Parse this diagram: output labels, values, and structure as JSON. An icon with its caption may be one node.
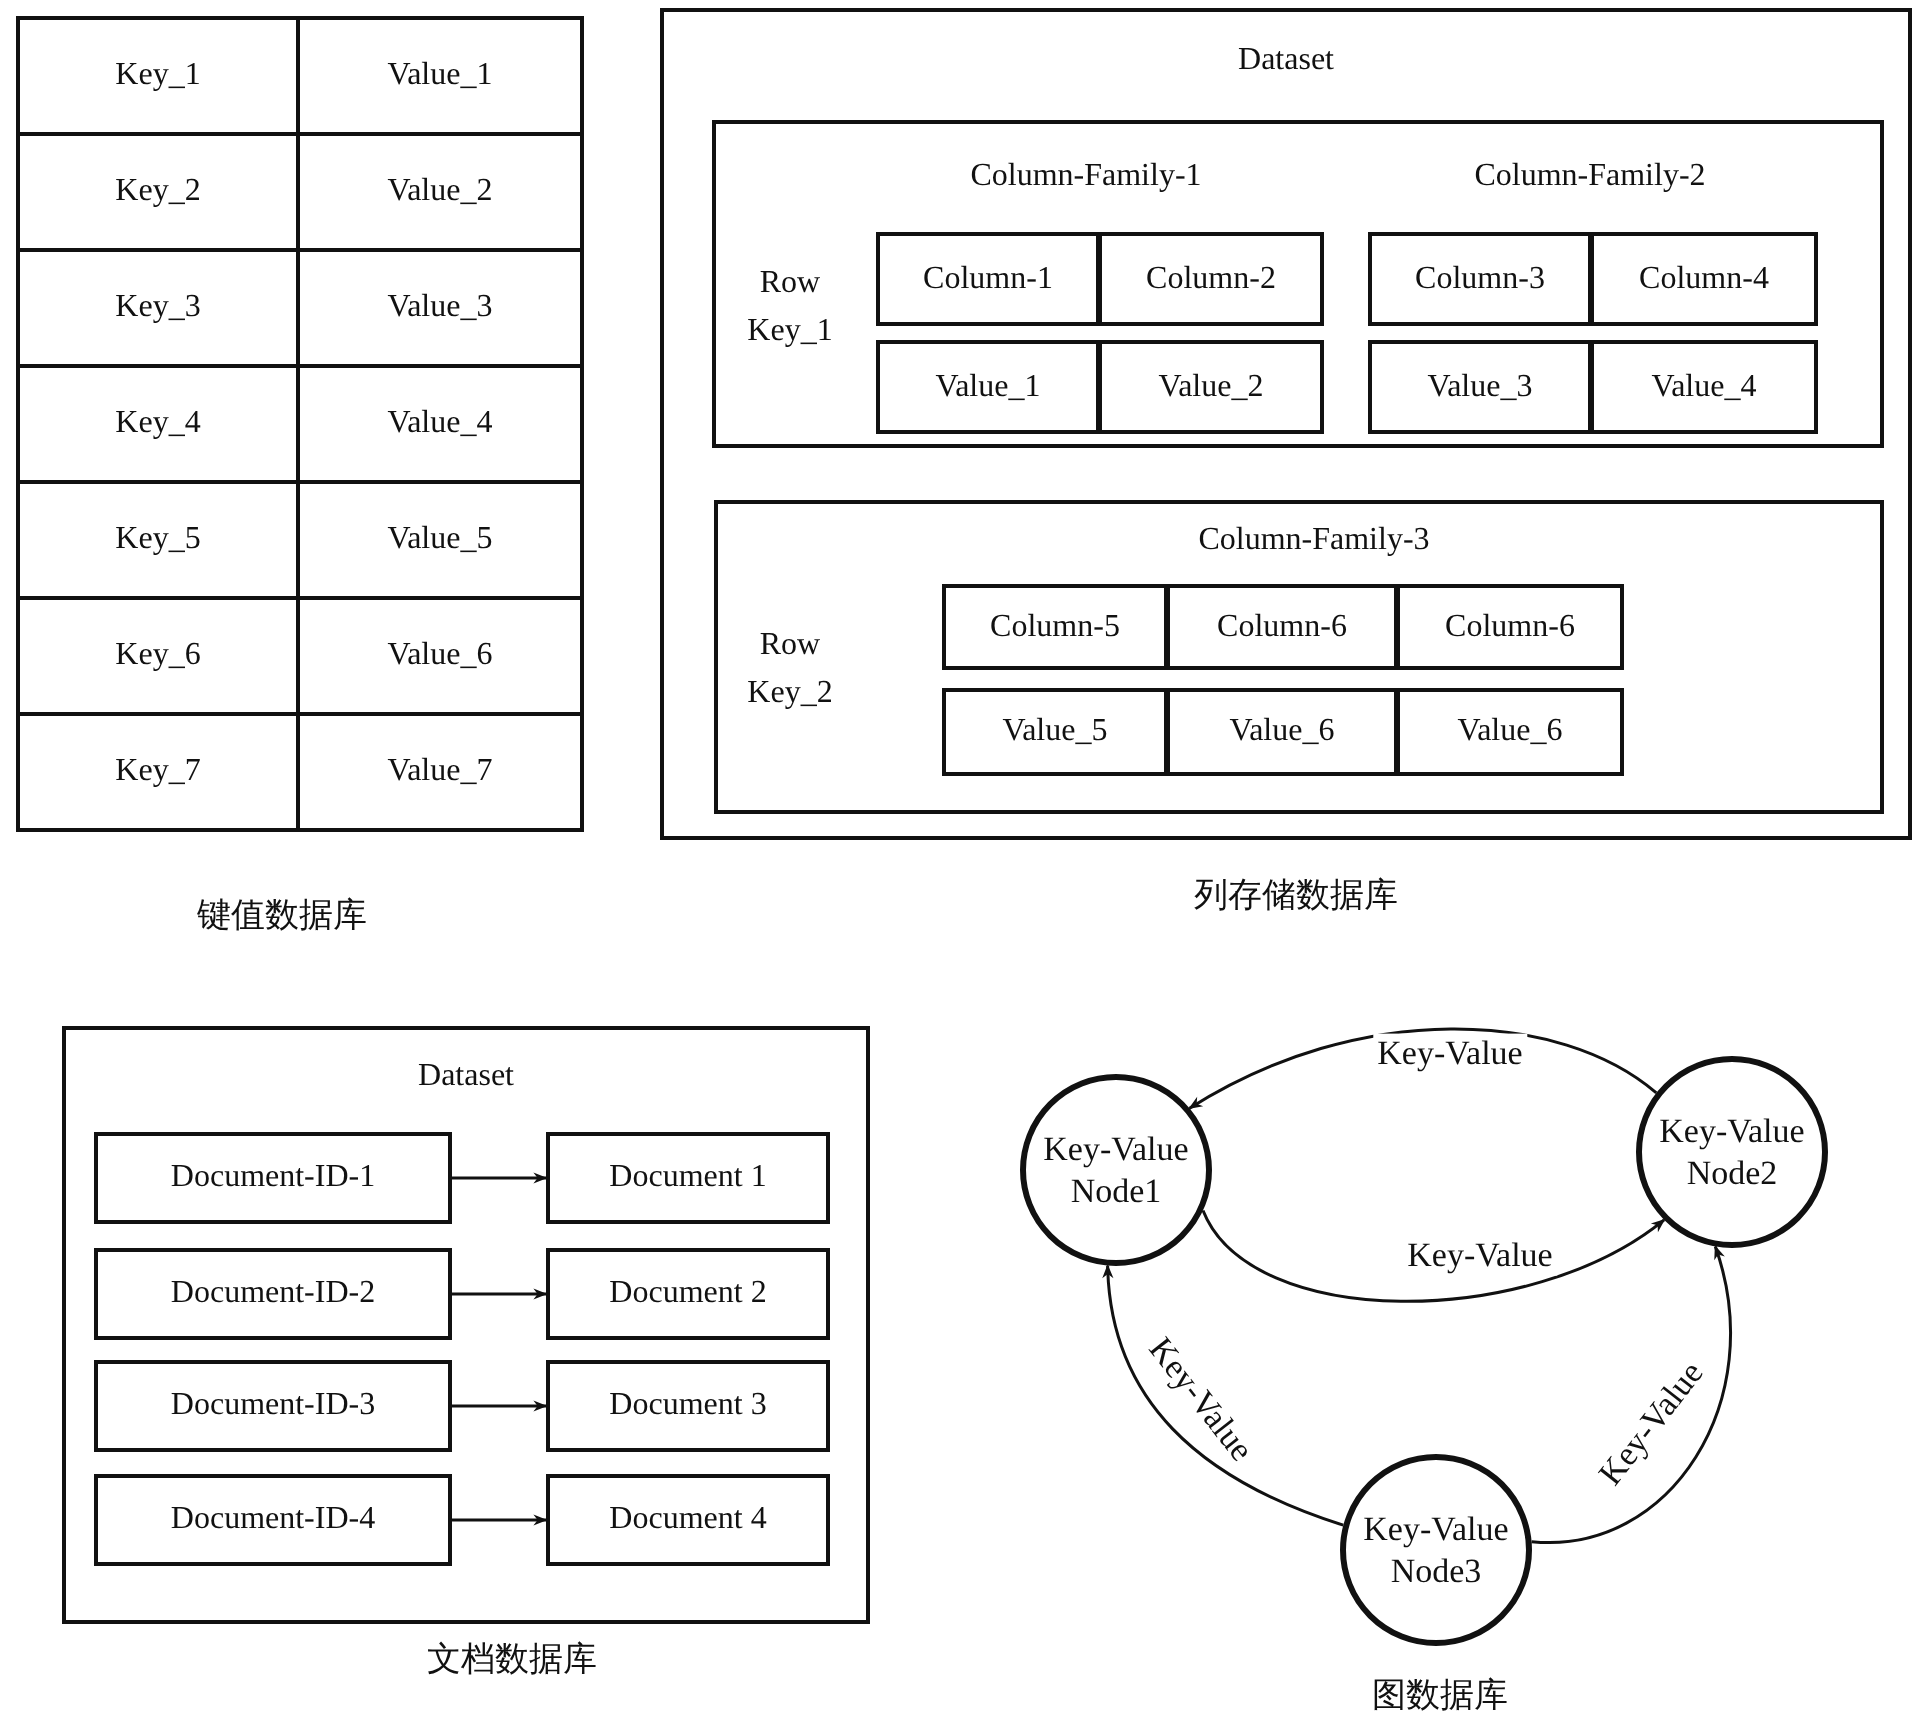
{
  "diagram": {
    "nodes": [
      {
        "text": [
          "Dataset"
        ]
      },
      {
        "text": [
          "Row Key_1",
          "Column-Family-1",
          "Column-Family-2"
        ],
        "in": 0
      },
      {
        "text": [
          "Column-1"
        ],
        "in": 1
      },
      {
        "text": [
          "Column-2"
        ],
        "in": 1
      },
      {
        "text": [
          "Column-3"
        ],
        "in": 1
      },
      {
        "text": [
          "Column-4"
        ],
        "in": 1
      },
      {
        "text": [
          "Value_1"
        ],
        "in": 1
      },
      {
        "text": [
          "Value_2"
        ],
        "in": 1
      },
      {
        "text": [
          "Value_3"
        ],
        "in": 1
      },
      {
        "text": [
          "Value_4"
        ],
        "in": 1
      },
      {
        "text": [
          "Row Key_2",
          "Column-Family-3"
        ],
        "in": 0
      },
      {
        "text": [
          "Column-5"
        ],
        "in": 10
      },
      {
        "text": [
          "Column-6"
        ],
        "in": 10
      },
      {
        "text": [
          "Column-6"
        ],
        "in": 10
      },
      {
        "text": [
          "Value_5"
        ],
        "in": 10
      },
      {
        "text": [
          "Value_6"
        ],
        "in": 10
      },
      {
        "text": [
          "Value_6"
        ],
        "in": 10
      },
      {
        "text": [
          "Dataset"
        ]
      },
      {
        "text": [
          "Document-ID-1"
        ],
        "in": 17
      },
      {
        "text": [
          "Document 1"
        ],
        "in": 17
      },
      {
        "text": [
          "Document-ID-2"
        ],
        "in": 17
      },
      {
        "text": [
          "Document 2"
        ],
        "in": 17
      },
      {
        "text": [
          "Document-ID-3"
        ],
        "in": 17
      },
      {
        "text": [
          "Document 3"
        ],
        "in": 17
      },
      {
        "text": [
          "Document-ID-4"
        ],
        "in": 17
      },
      {
        "text": [
          "Document 4"
        ],
        "in": 17
      },
      {
        "text": [
          "Key-Value Node1"
        ]
      },
      {
        "text": [
          "Key-Value Node2"
        ]
      },
      {
        "text": [
          "Key-Value Node3"
        ]
      }
    ],
    "edges": [
      {
        "from": 18,
        "to": 19,
        "arrow": "to"
      },
      {
        "from": 20,
        "to": 21,
        "arrow": "to"
      },
      {
        "from": 22,
        "to": 23,
        "arrow": "to"
      },
      {
        "from": 24,
        "to": 25,
        "arrow": "to"
      },
      {
        "from": 27,
        "to": 26,
        "arrow": "to",
        "label": "Key-Value"
      },
      {
        "from": 26,
        "to": 27,
        "arrow": "to",
        "label": "Key-Value"
      },
      {
        "from": 28,
        "to": 26,
        "arrow": "to",
        "label": "Key-Value"
      },
      {
        "from": 28,
        "to": 27,
        "arrow": "to",
        "label": "Key-Value"
      }
    ],
    "labels": [
      "Key_1",
      "Value_1",
      "Key_2",
      "Value_2",
      "Key_3",
      "Value_3",
      "Key_4",
      "Value_4",
      "Key_5",
      "Value_5",
      "Key_6",
      "Value_6",
      "Key_7",
      "Value_7",
      "键值数据库",
      "列存储数据库",
      "文档数据库",
      "图数据库"
    ]
  }
}
